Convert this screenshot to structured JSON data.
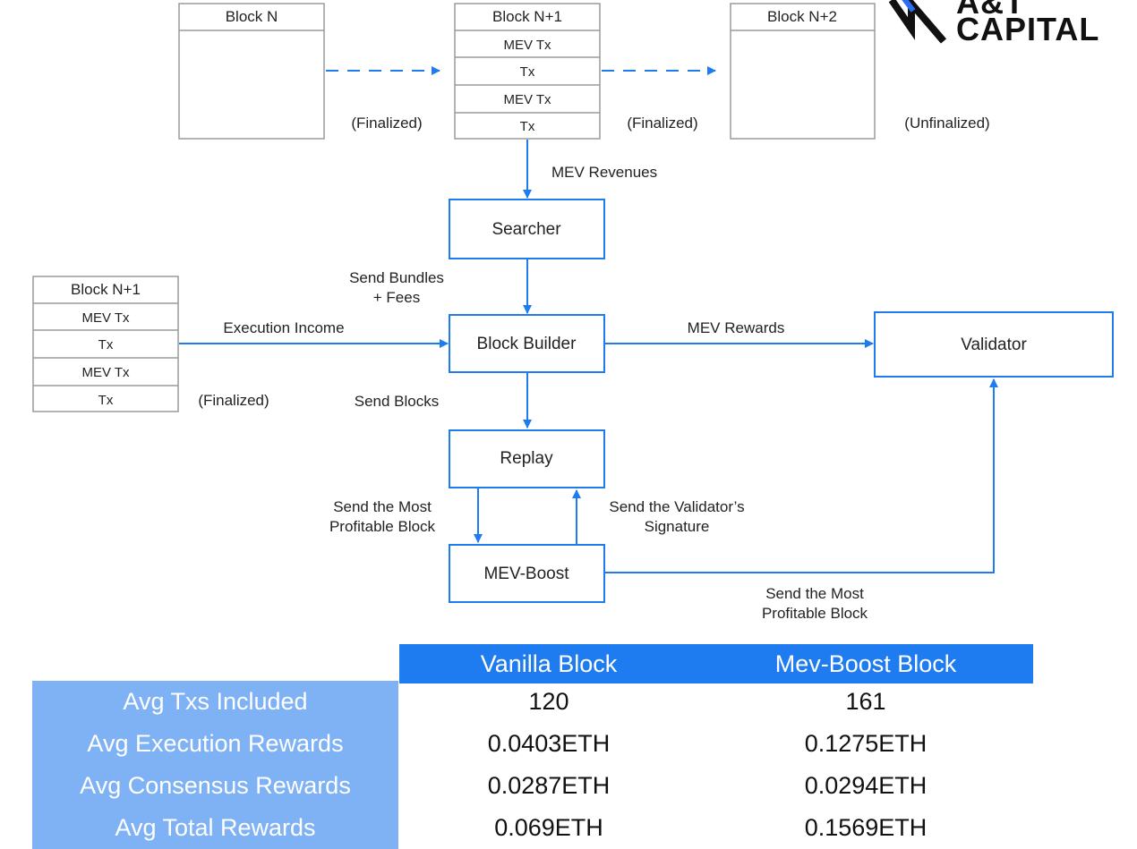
{
  "brand": {
    "logo_text_line1": "A&T",
    "logo_text_line2": "CAPITAL"
  },
  "top_chain": {
    "block_n": {
      "title": "Block N",
      "status": "(Finalized)"
    },
    "block_n1": {
      "title": "Block N+1",
      "rows": [
        "MEV Tx",
        "Tx",
        "MEV Tx",
        "Tx"
      ],
      "status": "(Finalized)"
    },
    "block_n2": {
      "title": "Block N+2",
      "status": "(Unfinalized)"
    }
  },
  "left_block": {
    "title": "Block N+1",
    "rows": [
      "MEV Tx",
      "Tx",
      "MEV Tx",
      "Tx"
    ],
    "status": "(Finalized)"
  },
  "nodes": {
    "searcher": "Searcher",
    "block_builder": "Block Builder",
    "validator": "Validator",
    "replay": "Replay",
    "mev_boost": "MEV-Boost"
  },
  "edges": {
    "mev_revenues": "MEV Revenues",
    "send_bundles_line1": "Send Bundles",
    "send_bundles_line2": "+ Fees",
    "execution_income": "Execution Income",
    "mev_rewards": "MEV Rewards",
    "send_blocks": "Send Blocks",
    "most_profitable_1_line1": "Send the Most",
    "most_profitable_1_line2": "Profitable Block",
    "validator_signature_line1": "Send the Validator’s",
    "validator_signature_line2": "Signature",
    "most_profitable_2_line1": "Send the Most",
    "most_profitable_2_line2": "Profitable Block"
  },
  "colors": {
    "accent": "#1e7cf0",
    "row_header_bg": "#7fb2f5",
    "box_border_gray": "#9a9a9a"
  },
  "table": {
    "columns": [
      "Vanilla Block",
      "Mev-Boost Block"
    ],
    "rows": [
      {
        "label": "Avg Txs Included",
        "vanilla": "120",
        "mev_boost": "161"
      },
      {
        "label": "Avg Execution Rewards",
        "vanilla": "0.0403ETH",
        "mev_boost": "0.1275ETH"
      },
      {
        "label": "Avg Consensus Rewards",
        "vanilla": "0.0287ETH",
        "mev_boost": "0.0294ETH"
      },
      {
        "label": "Avg Total Rewards",
        "vanilla": "0.069ETH",
        "mev_boost": "0.1569ETH"
      }
    ]
  }
}
